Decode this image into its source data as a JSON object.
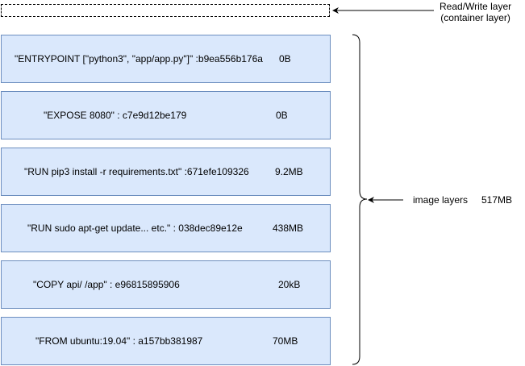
{
  "rw_layer": {
    "label_line1": "Read/Write layer",
    "label_line2": "(container layer)"
  },
  "image_layers": {
    "label": "image layers",
    "total_size": "517MB",
    "layers": [
      {
        "command": "\"ENTRYPOINT [\"python3\", \"app/app.py\"]\" :b9ea556b176a",
        "size": "0B"
      },
      {
        "command": "\"EXPOSE 8080\" : c7e9d12be179",
        "size": "0B"
      },
      {
        "command": "\"RUN pip3 install -r requirements.txt\" :671efe109326",
        "size": "9.2MB"
      },
      {
        "command": "\"RUN sudo apt-get update... etc.\" : 038dec89e12e",
        "size": "438MB"
      },
      {
        "command": "\"COPY api/ /app\" : e96815895906",
        "size": "20kB"
      },
      {
        "command": "\"FROM ubuntu:19.04\" : a157bb381987",
        "size": "70MB"
      }
    ]
  },
  "colors": {
    "layer_fill": "#dae8fc",
    "layer_stroke": "#6c8ebf"
  }
}
